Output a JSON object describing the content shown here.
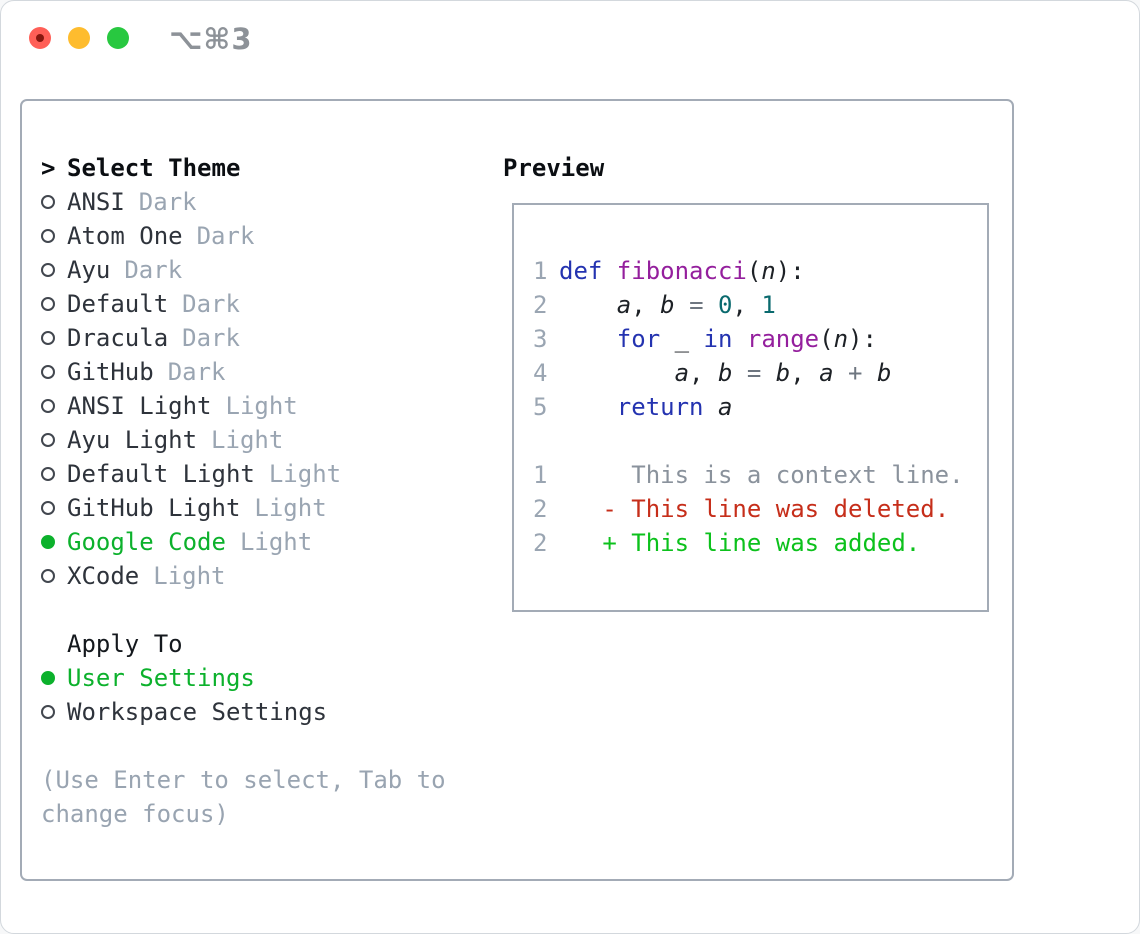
{
  "titlebar": {
    "shortcut": "⌥⌘3"
  },
  "colors": {
    "keyword": "#2433b0",
    "function": "#941f9d",
    "literal": "#0a6a6e",
    "plain": "#1d2126",
    "operator": "#6e7680",
    "context": "#8a929c",
    "deleted": "#c62e1a",
    "added": "#0cc11c",
    "accent_green": "#0cb12c"
  },
  "left": {
    "header": {
      "cursor": ">",
      "label": "Select Theme"
    },
    "themes": [
      {
        "name": "ANSI",
        "variant": "Dark",
        "selected": false
      },
      {
        "name": "Atom One",
        "variant": "Dark",
        "selected": false
      },
      {
        "name": "Ayu",
        "variant": "Dark",
        "selected": false
      },
      {
        "name": "Default",
        "variant": "Dark",
        "selected": false
      },
      {
        "name": "Dracula",
        "variant": "Dark",
        "selected": false
      },
      {
        "name": "GitHub",
        "variant": "Dark",
        "selected": false
      },
      {
        "name": "ANSI Light",
        "variant": "Light",
        "selected": false
      },
      {
        "name": "Ayu Light",
        "variant": "Light",
        "selected": false
      },
      {
        "name": "Default Light",
        "variant": "Light",
        "selected": false
      },
      {
        "name": "GitHub Light",
        "variant": "Light",
        "selected": false
      },
      {
        "name": "Google Code",
        "variant": "Light",
        "selected": true
      },
      {
        "name": "XCode",
        "variant": "Light",
        "selected": false
      }
    ],
    "apply_to": {
      "label": "Apply To",
      "options": [
        {
          "label": "User Settings",
          "selected": true
        },
        {
          "label": "Workspace Settings",
          "selected": false
        }
      ]
    },
    "hint": "(Use Enter to select, Tab to\nchange focus)"
  },
  "preview": {
    "title": "Preview",
    "code_lines": [
      {
        "num": "1",
        "segs": [
          {
            "t": "def ",
            "c": "keyword"
          },
          {
            "t": "fibonacci",
            "c": "function"
          },
          {
            "t": "(",
            "c": "plain"
          },
          {
            "t": "n",
            "c": "plain",
            "i": true
          },
          {
            "t": "):",
            "c": "plain"
          }
        ]
      },
      {
        "num": "2",
        "segs": [
          {
            "t": "    ",
            "c": "plain"
          },
          {
            "t": "a",
            "c": "plain",
            "i": true
          },
          {
            "t": ", ",
            "c": "plain"
          },
          {
            "t": "b",
            "c": "plain",
            "i": true
          },
          {
            "t": " ",
            "c": "plain"
          },
          {
            "t": "=",
            "c": "operator"
          },
          {
            "t": " ",
            "c": "plain"
          },
          {
            "t": "0",
            "c": "literal"
          },
          {
            "t": ", ",
            "c": "plain"
          },
          {
            "t": "1",
            "c": "literal"
          }
        ]
      },
      {
        "num": "3",
        "segs": [
          {
            "t": "    ",
            "c": "plain"
          },
          {
            "t": "for",
            "c": "keyword"
          },
          {
            "t": " _ ",
            "c": "plain"
          },
          {
            "t": "in",
            "c": "keyword"
          },
          {
            "t": " ",
            "c": "plain"
          },
          {
            "t": "range",
            "c": "function"
          },
          {
            "t": "(",
            "c": "plain"
          },
          {
            "t": "n",
            "c": "plain",
            "i": true
          },
          {
            "t": "):",
            "c": "plain"
          }
        ]
      },
      {
        "num": "4",
        "segs": [
          {
            "t": "        ",
            "c": "plain"
          },
          {
            "t": "a",
            "c": "plain",
            "i": true
          },
          {
            "t": ", ",
            "c": "plain"
          },
          {
            "t": "b",
            "c": "plain",
            "i": true
          },
          {
            "t": " ",
            "c": "plain"
          },
          {
            "t": "=",
            "c": "operator"
          },
          {
            "t": " ",
            "c": "plain"
          },
          {
            "t": "b",
            "c": "plain",
            "i": true
          },
          {
            "t": ", ",
            "c": "plain"
          },
          {
            "t": "a",
            "c": "plain",
            "i": true
          },
          {
            "t": " ",
            "c": "plain"
          },
          {
            "t": "+",
            "c": "operator"
          },
          {
            "t": " ",
            "c": "plain"
          },
          {
            "t": "b",
            "c": "plain",
            "i": true
          }
        ]
      },
      {
        "num": "5",
        "segs": [
          {
            "t": "    ",
            "c": "plain"
          },
          {
            "t": "return",
            "c": "keyword"
          },
          {
            "t": " ",
            "c": "plain"
          },
          {
            "t": "a",
            "c": "plain",
            "i": true
          }
        ]
      }
    ],
    "diff_lines": [
      {
        "num": "1",
        "segs": [
          {
            "t": "     This is a context line.",
            "c": "context"
          }
        ]
      },
      {
        "num": "2",
        "segs": [
          {
            "t": "   ",
            "c": "plain"
          },
          {
            "t": "- This line was deleted.",
            "c": "deleted"
          }
        ]
      },
      {
        "num": "2",
        "segs": [
          {
            "t": "   ",
            "c": "plain"
          },
          {
            "t": "+ This line was added.",
            "c": "added"
          }
        ]
      }
    ]
  }
}
